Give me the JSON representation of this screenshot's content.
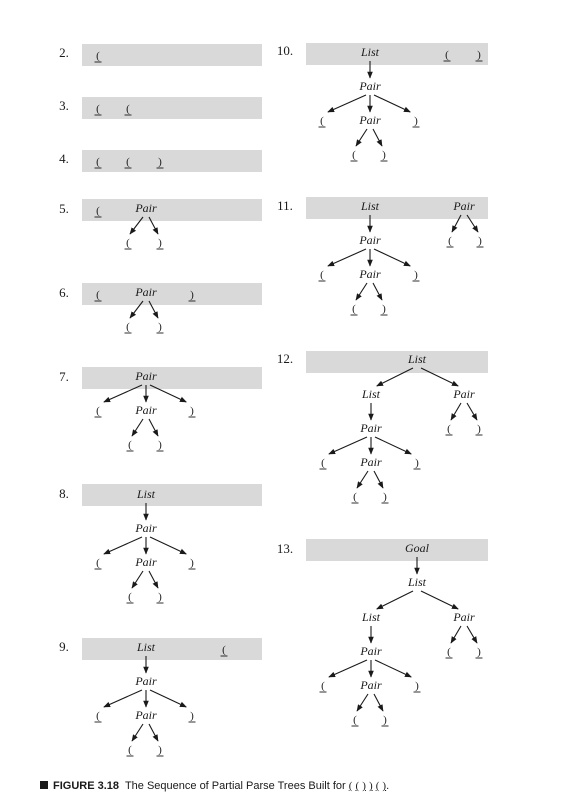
{
  "figure": {
    "caption_label": "FIGURE 3.18",
    "caption_text": "The Sequence of Partial Parse Trees Built for",
    "caption_tokens": [
      "(",
      "(",
      ")",
      ")",
      "(",
      ")",
      "."
    ]
  },
  "steps": [
    {
      "number": "2.",
      "band": {
        "items": [
          {
            "text": "("
          }
        ]
      }
    },
    {
      "number": "3.",
      "band": {
        "items": [
          {
            "text": "("
          },
          {
            "text": "("
          }
        ]
      }
    },
    {
      "number": "4.",
      "band": {
        "items": [
          {
            "text": "("
          },
          {
            "text": "("
          },
          {
            "text": ")"
          }
        ]
      }
    },
    {
      "number": "5.",
      "band": {
        "items": [
          {
            "text": "("
          },
          {
            "text": "Pair",
            "node": "pair"
          }
        ]
      },
      "tree": {
        "root": "pair",
        "nodes": [
          {
            "id": "pair",
            "text": "Pair",
            "children": [
              "l",
              "r"
            ]
          },
          {
            "id": "l",
            "text": "("
          },
          {
            "id": "r",
            "text": ")"
          }
        ]
      }
    },
    {
      "number": "6.",
      "band": {
        "items": [
          {
            "text": "("
          },
          {
            "text": "Pair",
            "node": "pair"
          },
          {
            "text": ")"
          }
        ]
      },
      "tree": {
        "root": "pair",
        "nodes": [
          {
            "id": "pair",
            "text": "Pair",
            "children": [
              "l",
              "r"
            ]
          },
          {
            "id": "l",
            "text": "("
          },
          {
            "id": "r",
            "text": ")"
          }
        ]
      }
    },
    {
      "number": "7.",
      "band": {
        "items": [
          {
            "text": "Pair",
            "node": "p1"
          }
        ]
      },
      "tree": {
        "root": "p1",
        "nodes": [
          {
            "id": "p1",
            "text": "Pair",
            "children": [
              "o1",
              "p2",
              "c1"
            ]
          },
          {
            "id": "o1",
            "text": "("
          },
          {
            "id": "p2",
            "text": "Pair",
            "children": [
              "o2",
              "c2"
            ]
          },
          {
            "id": "c1",
            "text": ")"
          },
          {
            "id": "o2",
            "text": "("
          },
          {
            "id": "c2",
            "text": ")"
          }
        ]
      }
    },
    {
      "number": "8.",
      "band": {
        "items": [
          {
            "text": "List",
            "node": "list"
          }
        ]
      },
      "tree": {
        "root": "list",
        "nodes": [
          {
            "id": "list",
            "text": "List",
            "children": [
              "p1"
            ]
          },
          {
            "id": "p1",
            "text": "Pair",
            "children": [
              "o1",
              "p2",
              "c1"
            ]
          },
          {
            "id": "o1",
            "text": "("
          },
          {
            "id": "p2",
            "text": "Pair",
            "children": [
              "o2",
              "c2"
            ]
          },
          {
            "id": "c1",
            "text": ")"
          },
          {
            "id": "o2",
            "text": "("
          },
          {
            "id": "c2",
            "text": ")"
          }
        ]
      }
    },
    {
      "number": "9.",
      "band": {
        "items": [
          {
            "text": "List",
            "node": "list"
          },
          {
            "text": "("
          }
        ]
      },
      "tree": {
        "root": "list",
        "nodes": [
          {
            "id": "list",
            "text": "List",
            "children": [
              "p1"
            ]
          },
          {
            "id": "p1",
            "text": "Pair",
            "children": [
              "o1",
              "p2",
              "c1"
            ]
          },
          {
            "id": "o1",
            "text": "("
          },
          {
            "id": "p2",
            "text": "Pair",
            "children": [
              "o2",
              "c2"
            ]
          },
          {
            "id": "c1",
            "text": ")"
          },
          {
            "id": "o2",
            "text": "("
          },
          {
            "id": "c2",
            "text": ")"
          }
        ]
      }
    },
    {
      "number": "10.",
      "band": {
        "items": [
          {
            "text": "List",
            "node": "list"
          },
          {
            "text": "("
          },
          {
            "text": ")"
          }
        ]
      },
      "tree": {
        "root": "list",
        "nodes": [
          {
            "id": "list",
            "text": "List",
            "children": [
              "p1"
            ]
          },
          {
            "id": "p1",
            "text": "Pair",
            "children": [
              "o1",
              "p2",
              "c1"
            ]
          },
          {
            "id": "o1",
            "text": "("
          },
          {
            "id": "p2",
            "text": "Pair",
            "children": [
              "o2",
              "c2"
            ]
          },
          {
            "id": "c1",
            "text": ")"
          },
          {
            "id": "o2",
            "text": "("
          },
          {
            "id": "c2",
            "text": ")"
          }
        ]
      }
    },
    {
      "number": "11.",
      "band": {
        "items": [
          {
            "text": "List",
            "node": "list"
          },
          {
            "text": "Pair",
            "node": "pb"
          }
        ]
      },
      "tree": {
        "root": "list",
        "nodes": [
          {
            "id": "list",
            "text": "List",
            "children": [
              "p1"
            ]
          },
          {
            "id": "p1",
            "text": "Pair",
            "children": [
              "o1",
              "p2",
              "c1"
            ]
          },
          {
            "id": "o1",
            "text": "("
          },
          {
            "id": "p2",
            "text": "Pair",
            "children": [
              "o2",
              "c2"
            ]
          },
          {
            "id": "c1",
            "text": ")"
          },
          {
            "id": "o2",
            "text": "("
          },
          {
            "id": "c2",
            "text": ")"
          },
          {
            "id": "pb",
            "text": "Pair",
            "children": [
              "o3",
              "c3"
            ]
          },
          {
            "id": "o3",
            "text": "("
          },
          {
            "id": "c3",
            "text": ")"
          }
        ]
      }
    },
    {
      "number": "12.",
      "band": {
        "items": [
          {
            "text": "List",
            "node": "top"
          }
        ]
      },
      "tree": {
        "root": "top",
        "nodes": [
          {
            "id": "top",
            "text": "List",
            "children": [
              "list",
              "pb"
            ]
          },
          {
            "id": "list",
            "text": "List",
            "children": [
              "p1"
            ]
          },
          {
            "id": "p1",
            "text": "Pair",
            "children": [
              "o1",
              "p2",
              "c1"
            ]
          },
          {
            "id": "o1",
            "text": "("
          },
          {
            "id": "p2",
            "text": "Pair",
            "children": [
              "o2",
              "c2"
            ]
          },
          {
            "id": "c1",
            "text": ")"
          },
          {
            "id": "o2",
            "text": "("
          },
          {
            "id": "c2",
            "text": ")"
          },
          {
            "id": "pb",
            "text": "Pair",
            "children": [
              "o3",
              "c3"
            ]
          },
          {
            "id": "o3",
            "text": "("
          },
          {
            "id": "c3",
            "text": ")"
          }
        ]
      }
    },
    {
      "number": "13.",
      "band": {
        "items": [
          {
            "text": "Goal",
            "node": "goal"
          }
        ]
      },
      "tree": {
        "root": "goal",
        "nodes": [
          {
            "id": "goal",
            "text": "Goal",
            "children": [
              "top"
            ]
          },
          {
            "id": "top",
            "text": "List",
            "children": [
              "list",
              "pb"
            ]
          },
          {
            "id": "list",
            "text": "List",
            "children": [
              "p1"
            ]
          },
          {
            "id": "p1",
            "text": "Pair",
            "children": [
              "o1",
              "p2",
              "c1"
            ]
          },
          {
            "id": "o1",
            "text": "("
          },
          {
            "id": "p2",
            "text": "Pair",
            "children": [
              "o2",
              "c2"
            ]
          },
          {
            "id": "c1",
            "text": ")"
          },
          {
            "id": "o2",
            "text": "("
          },
          {
            "id": "c2",
            "text": ")"
          },
          {
            "id": "pb",
            "text": "Pair",
            "children": [
              "o3",
              "c3"
            ]
          },
          {
            "id": "o3",
            "text": "("
          },
          {
            "id": "c3",
            "text": ")"
          }
        ]
      }
    }
  ]
}
